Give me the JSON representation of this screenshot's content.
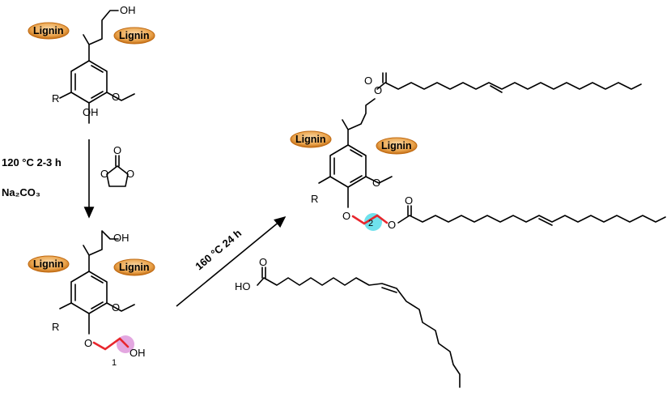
{
  "labels": {
    "lignin": "Lignin",
    "oh": "OH",
    "ho": "HO",
    "o": "O",
    "r": "R",
    "marker_1": "1",
    "marker_2": "2"
  },
  "conditions": {
    "step1_line1": "120 °C 2-3 h",
    "step1_line2": "Na₂CO₃",
    "step2": "160 °C 24 h"
  },
  "colors": {
    "lignin_fill": "#e9a24a",
    "lignin_edge": "#c06a12",
    "red_bond": "#e8262d",
    "marker_1": "#d98ad6",
    "marker_2": "#3fd7e6"
  }
}
